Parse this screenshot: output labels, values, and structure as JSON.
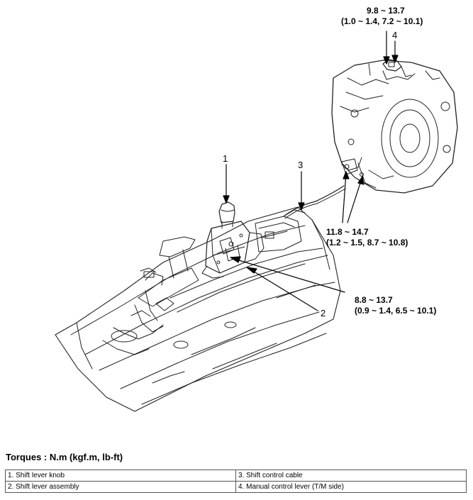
{
  "callouts": {
    "manual_lever_torque_value": "9.8 ~ 13.7",
    "manual_lever_torque_alt": "(1.0 ~ 1.4, 7.2 ~ 10.1)",
    "cable_bracket_torque_value": "11.8 ~ 14.7",
    "cable_bracket_torque_alt": "(1.2 ~ 1.5, 8.7 ~ 10.8)",
    "lever_assembly_torque_value": "8.8 ~ 13.7",
    "lever_assembly_torque_alt": "(0.9 ~ 1.4, 6.5 ~ 10.1)"
  },
  "part_numbers": {
    "n1": "1",
    "n2": "2",
    "n3": "3",
    "n4": "4"
  },
  "torque_heading": "Torques : N.m (kgf.m, lb-ft)",
  "legend": {
    "rows": [
      [
        "1. Shift lever knob",
        "3. Shift control cable"
      ],
      [
        "2. Shift lever assembly",
        "4. Manual control lever (T/M side)"
      ]
    ]
  }
}
